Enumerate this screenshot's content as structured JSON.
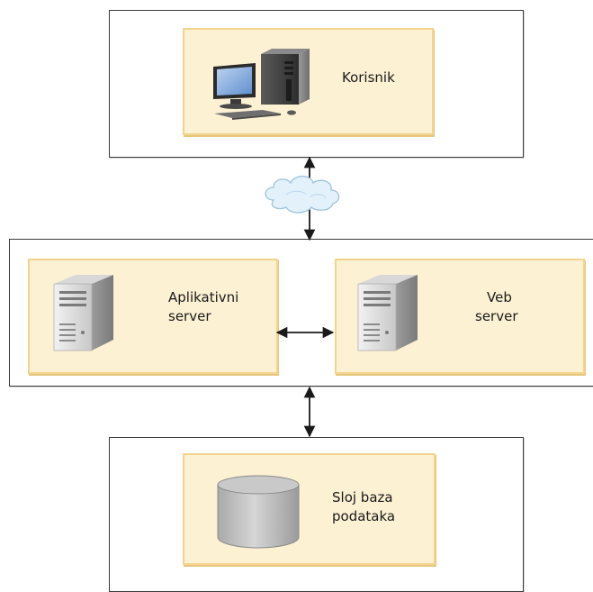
{
  "diagram": {
    "client_tier": {
      "label": "Korisnik"
    },
    "middle_tier": {
      "app_server": {
        "line1": "Aplikativni",
        "line2": "server"
      },
      "web_server": {
        "line1": "Veb",
        "line2": "server"
      }
    },
    "data_tier": {
      "line1": "Sloj baza",
      "line2": "podataka"
    }
  },
  "icons": [
    "desktop-computer-icon",
    "cloud-icon",
    "server-tower-icon",
    "database-icon"
  ],
  "colors": {
    "card_fill": "#fdf1d4",
    "card_border": "#f3d38e",
    "tier_border": "#3a3a3a",
    "connector": "#1a1a1a"
  }
}
